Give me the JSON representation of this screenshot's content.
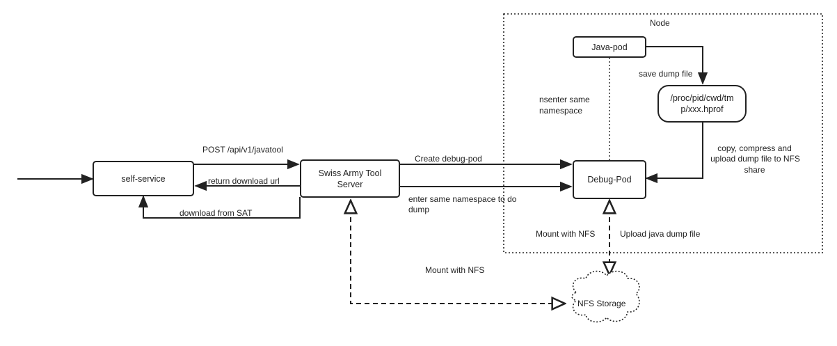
{
  "diagram": {
    "node_container_label": "Node",
    "nodes": {
      "self_service": "self-service",
      "sat_server_line1": "Swiss Army Tool",
      "sat_server_line2": "Server",
      "java_pod": "Java-pod",
      "dump_path_line1": "/proc/pid/cwd/tm",
      "dump_path_line2": "p/xxx.hprof",
      "debug_pod": "Debug-Pod",
      "nfs_storage": "NFS Storage"
    },
    "edges": {
      "post_api": "POST /api/v1/javatool",
      "return_url": "return download url",
      "download_sat": "download from SAT",
      "create_debug_pod": "Create debug-pod",
      "enter_ns_line1": "enter same namespace to do",
      "enter_ns_line2": "dump",
      "save_dump": "save dump file",
      "nsenter_line1": "nsenter same",
      "nsenter_line2": "namespace",
      "copy_line1": "copy, compress and",
      "copy_line2": "upload dump file to NFS",
      "copy_line3": "share",
      "mount_nfs_debug": "Mount with NFS",
      "upload_java_dump": "Upload java dump file",
      "mount_nfs_sat": "Mount with NFS"
    }
  }
}
